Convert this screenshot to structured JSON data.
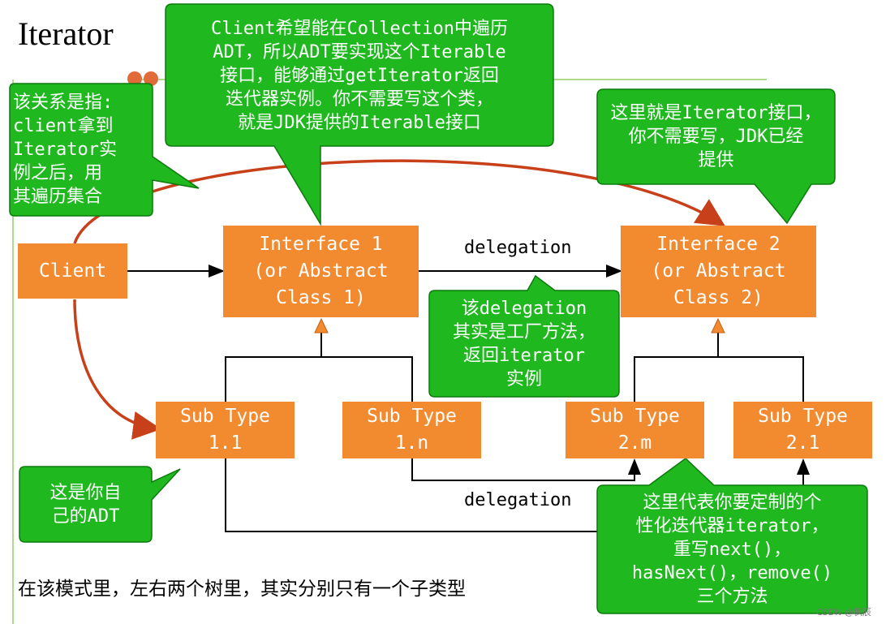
{
  "title": "Iterator",
  "colors": {
    "box": "#f28a30",
    "bubble": "#1fb81f",
    "bubble_stroke": "#0c7a0c",
    "curve": "#c8401a",
    "header_line": "#7dc34a"
  },
  "boxes": {
    "client": "Client",
    "interface1": "Interface 1\n(or Abstract\nClass 1)",
    "interface2": "Interface 2\n(or Abstract\nClass 2)",
    "sub11": "Sub Type\n1.1",
    "sub1n": "Sub Type\n1.n",
    "sub2m": "Sub Type\n2.m",
    "sub21": "Sub Type\n2.1"
  },
  "edge_labels": {
    "delegation_top": "delegation",
    "delegation_bottom": "delegation"
  },
  "notes": {
    "relation": "该关系是指:\nclient拿到\nIterator实\n例之后，用\n其遍历集合",
    "iterable": "Client希望能在Collection中遍历\nADT，所以ADT要实现这个Iterable\n接口，能够通过getIterator返回\n迭代器实例。你不需要写这个类，\n就是JDK提供的Iterable接口",
    "iterator_interface": "这里就是Iterator接口，\n你不需要写，JDK已经\n提供",
    "factory": "该delegation\n其实是工厂方法，\n返回iterator\n实例",
    "own_adt": "这是你自\n己的ADT",
    "custom_iterator": "这里代表你要定制的个\n性化迭代器iterator，\n重写next()，\nhasNext()，remove()\n三个方法"
  },
  "caption": "在该模式里，左右两个树里，其实分别只有一个子类型",
  "watermark": "CSDN @枫辰"
}
